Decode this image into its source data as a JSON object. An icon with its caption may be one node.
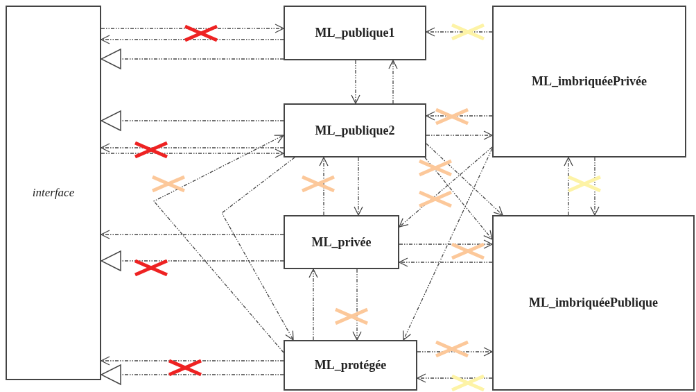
{
  "diagram": {
    "nodes": [
      {
        "text": [
          "interface"
        ]
      },
      {
        "text": [
          "ML_publique1"
        ]
      },
      {
        "text": [
          "ML_publique2"
        ]
      },
      {
        "text": [
          "ML_privée"
        ]
      },
      {
        "text": [
          "ML_protégée"
        ]
      },
      {
        "text": [
          "ML_imbriquéePrivée"
        ]
      },
      {
        "text": [
          "ML_imbriquéePublique"
        ]
      }
    ],
    "edges": [
      {
        "from": 0,
        "to": 1,
        "arrow": "to"
      },
      {
        "from": 1,
        "to": 0,
        "arrow": "to"
      },
      {
        "from": 1,
        "to": 0,
        "arrow": "to"
      },
      {
        "from": 2,
        "to": 0,
        "arrow": "to"
      },
      {
        "from": 2,
        "to": 0,
        "arrow": "to"
      },
      {
        "from": 0,
        "to": 2,
        "arrow": "to"
      },
      {
        "from": 4,
        "to": 2,
        "arrow": "to"
      },
      {
        "from": 2,
        "to": 4,
        "arrow": "to"
      },
      {
        "from": 1,
        "to": 2,
        "arrow": "to"
      },
      {
        "from": 2,
        "to": 1,
        "arrow": "to"
      },
      {
        "from": 2,
        "to": 3,
        "arrow": "to"
      },
      {
        "from": 3,
        "to": 2,
        "arrow": "to"
      },
      {
        "from": 3,
        "to": 0,
        "arrow": "to"
      },
      {
        "from": 3,
        "to": 0,
        "arrow": "to"
      },
      {
        "from": 3,
        "to": 4,
        "arrow": "to"
      },
      {
        "from": 4,
        "to": 3,
        "arrow": "to"
      },
      {
        "from": 4,
        "to": 0,
        "arrow": "to"
      },
      {
        "from": 4,
        "to": 0,
        "arrow": "to"
      },
      {
        "from": 5,
        "to": 1,
        "arrow": "to"
      },
      {
        "from": 5,
        "to": 2,
        "arrow": "to"
      },
      {
        "from": 2,
        "to": 5,
        "arrow": "to"
      },
      {
        "from": 2,
        "to": 6,
        "arrow": "to"
      },
      {
        "from": 2,
        "to": 6,
        "arrow": "to"
      },
      {
        "from": 5,
        "to": 3,
        "arrow": "to"
      },
      {
        "from": 5,
        "to": 4,
        "arrow": "to"
      },
      {
        "from": 3,
        "to": 6,
        "arrow": "to"
      },
      {
        "from": 6,
        "to": 3,
        "arrow": "to"
      },
      {
        "from": 4,
        "to": 6,
        "arrow": "to"
      },
      {
        "from": 6,
        "to": 4,
        "arrow": "to"
      },
      {
        "from": 6,
        "to": 5,
        "arrow": "to"
      },
      {
        "from": 5,
        "to": 6,
        "arrow": "to"
      }
    ]
  }
}
